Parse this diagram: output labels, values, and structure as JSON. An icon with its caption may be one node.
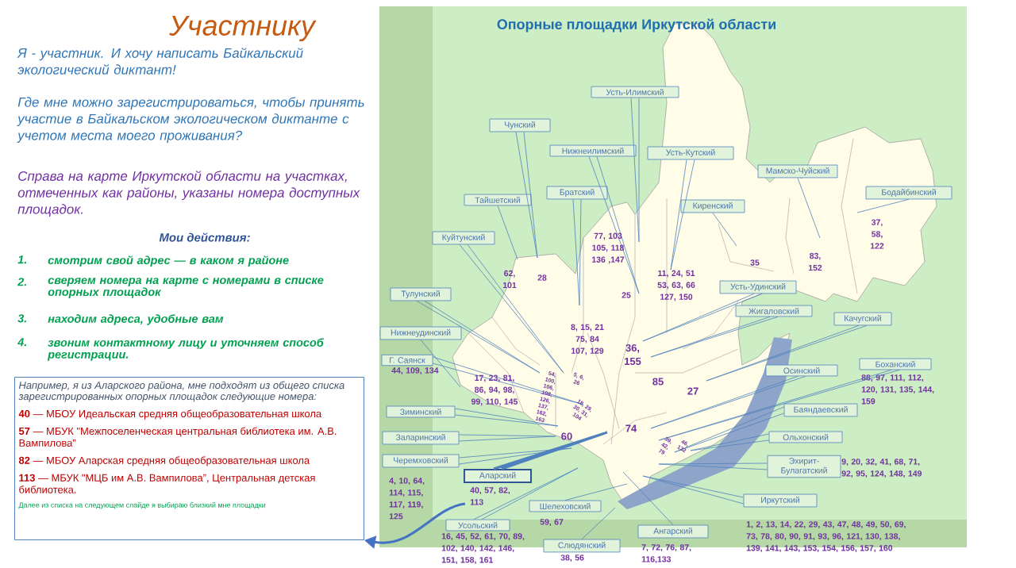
{
  "diagram": {
    "title": "Участнику",
    "nodes": [
      {
        "text": [
          "Например, я из Аларского района, мне подходят из общего списка зарегистрированных опорных площадок следующие номера:",
          "**40** — МБОУ Идеальская средняя общеобразовательная школа",
          "**57** — МБУК \"Межпоселенческая центральная библиотека им. А.В. Вампилова”",
          "**82** — МБОУ Аларская средняя общеобразовательная школа",
          "**113** — МБУК \"МЦБ им А.В. Вампилова”, Центральная детская библиотека.",
          "Далее из списка на следующем слайде я выбираю близкий мне площадки"
        ]
      },
      {
        "text": [
          "Усть-Илимский"
        ]
      },
      {
        "text": [
          "Чунский"
        ]
      },
      {
        "text": [
          "Нижнеилимский"
        ]
      },
      {
        "text": [
          "Усть-Кутский"
        ]
      },
      {
        "text": [
          "Тайшетский"
        ]
      },
      {
        "text": [
          "Братский"
        ]
      },
      {
        "text": [
          "Киренский"
        ]
      },
      {
        "text": [
          "Мамско-Чуйский"
        ]
      },
      {
        "text": [
          "Бодайбинский"
        ]
      },
      {
        "text": [
          "Куйтунский"
        ]
      },
      {
        "text": [
          "Тулунский"
        ]
      },
      {
        "text": [
          "Усть-Удинский"
        ]
      },
      {
        "text": [
          "Жигаловский"
        ]
      },
      {
        "text": [
          "Нижнеудинский"
        ]
      },
      {
        "text": [
          "Качугский"
        ]
      },
      {
        "text": [
          "Г. Саянск"
        ],
        "beside": [
          "44, 109, 134"
        ]
      },
      {
        "text": [
          "Осинский"
        ]
      },
      {
        "text": [
          "Боханский"
        ],
        "beside": [
          "88, 97, 111, 112, 120, 131, 135, 144, 159"
        ]
      },
      {
        "text": [
          "Зиминский"
        ]
      },
      {
        "text": [
          "Баяндаевский"
        ]
      },
      {
        "text": [
          "Заларинский"
        ]
      },
      {
        "text": [
          "Ольхонский"
        ]
      },
      {
        "text": [
          "Черемховский"
        ],
        "beside": [
          "4, 10, 64, 114, 115, 117, 119, 125"
        ]
      },
      {
        "text": [
          "Эхирит-Булагатский"
        ],
        "beside": [
          "9, 20, 32, 41, 68, 71, 92, 95, 124, 148, 149"
        ]
      },
      {
        "text": [
          "Аларский"
        ],
        "beside": [
          "40, 57, 82, 113"
        ]
      },
      {
        "text": [
          "Иркутский"
        ],
        "beside": [
          "1, 2, 13, 14, 22, 29, 43, 47, 48, 49, 50, 69, 73, 78, 80, 90, 91, 93, 96, 121, 130, 138, 139, 141, 143, 153, 154, 156, 157, 160"
        ]
      },
      {
        "text": [
          "Шелеховский"
        ],
        "beside": [
          "59, 67"
        ]
      },
      {
        "text": [
          "Усольский"
        ],
        "beside": [
          "16, 45, 52, 61, 70, 89, 102, 140, 142, 146, 151, 158, 161"
        ]
      },
      {
        "text": [
          "Ангарский"
        ],
        "beside": [
          "7, 72, 76, 87, 116,133"
        ]
      },
      {
        "text": [
          "Слюдянский"
        ],
        "beside": [
          "38, 56"
        ]
      }
    ],
    "edges": [
      {
        "from": 1,
        "to": null,
        "arrow": "none"
      },
      {
        "from": 2,
        "to": null,
        "arrow": "none"
      },
      {
        "from": 3,
        "to": null,
        "arrow": "none"
      },
      {
        "from": 4,
        "to": null,
        "arrow": "none"
      },
      {
        "from": 5,
        "to": null,
        "arrow": "none"
      },
      {
        "from": 6,
        "to": null,
        "arrow": "none"
      },
      {
        "from": 7,
        "to": null,
        "arrow": "none"
      },
      {
        "from": 8,
        "to": null,
        "arrow": "none"
      },
      {
        "from": 9,
        "to": null,
        "arrow": "none"
      },
      {
        "from": 10,
        "to": null,
        "arrow": "none"
      },
      {
        "from": 11,
        "to": null,
        "arrow": "none"
      },
      {
        "from": 12,
        "to": null,
        "arrow": "none"
      },
      {
        "from": 13,
        "to": null,
        "arrow": "none"
      },
      {
        "from": 14,
        "to": null,
        "arrow": "none"
      },
      {
        "from": 15,
        "to": null,
        "arrow": "none"
      },
      {
        "from": 16,
        "to": null,
        "arrow": "none"
      },
      {
        "from": 17,
        "to": null,
        "arrow": "none"
      },
      {
        "from": 18,
        "to": null,
        "arrow": "none"
      },
      {
        "from": 19,
        "to": null,
        "arrow": "none"
      },
      {
        "from": 20,
        "to": null,
        "arrow": "none"
      },
      {
        "from": 21,
        "to": null,
        "arrow": "none"
      },
      {
        "from": 22,
        "to": null,
        "arrow": "none"
      },
      {
        "from": 23,
        "to": null,
        "arrow": "none"
      },
      {
        "from": 24,
        "to": null,
        "arrow": "none"
      },
      {
        "from": 25,
        "to": null,
        "arrow": "none",
        "style": "thick"
      },
      {
        "from": 26,
        "to": null,
        "arrow": "none"
      },
      {
        "from": 27,
        "to": null,
        "arrow": "none"
      },
      {
        "from": 28,
        "to": null,
        "arrow": "none"
      },
      {
        "from": 29,
        "to": null,
        "arrow": "none"
      },
      {
        "from": 30,
        "to": null,
        "arrow": "none"
      },
      {
        "from": 25,
        "to": 0,
        "arrow": "to",
        "style": "thick",
        "color": "#4472c4"
      }
    ],
    "labels": [
      "Я - участник.  И хочу написать Байкальский экологический диктант!",
      "Где мне можно зарегистрироваться, чтобы принять участие в Байкальском экологическом диктанте с учетом места моего проживания?",
      "Справа на карте Иркутской области на участках, отмеченных как районы, указаны номера доступных площадок.",
      "Мои действия:",
      "1.",
      "смотрим свой адрес — в каком я районе",
      "2.",
      "сверяем номера на карте с номерами в списке опорных площадок",
      "3.",
      "находим адреса,  удобные вам",
      "4.",
      "звоним контактному лицу и уточняем способ регистрации.",
      "Опорные площадки Иркутской области",
      "62, 101",
      "28",
      "77, 103 105, 118 136 ,147",
      "25",
      "11, 24, 51 53, 63, 66 127, 150",
      "35",
      "83, 152",
      "37, 58, 122",
      "8, 15, 21 75, 84 107, 129",
      "36, 155",
      "85",
      "27",
      "17, 23, 81, 86, 94, 98, 99, 110, 145",
      "54, 100, 106, 108, 126, 137, 162, 163",
      "5, 6, 26",
      "18, 29, 30, 31, 104",
      "60",
      "74",
      "39, 42, 79",
      "46, 132"
    ]
  }
}
